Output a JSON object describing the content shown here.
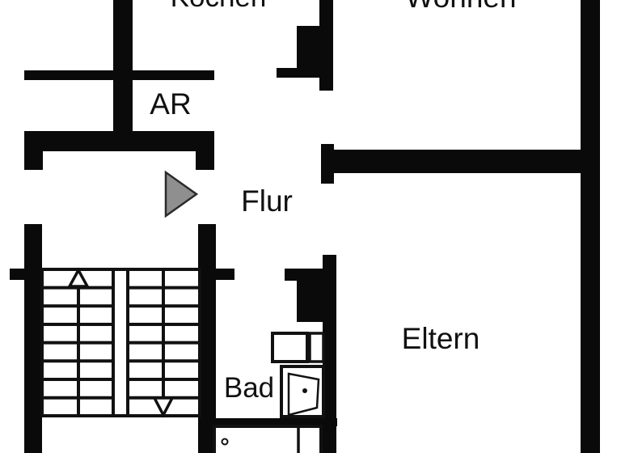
{
  "floorplan": {
    "type": "apartment-floorplan",
    "language": "de",
    "rooms": {
      "kitchen": {
        "label": "Kochen"
      },
      "living": {
        "label": "Wohnen"
      },
      "storage": {
        "label": "AR"
      },
      "hallway": {
        "label": "Flur"
      },
      "parents": {
        "label": "Eltern"
      },
      "bathroom": {
        "label": "Bad"
      }
    },
    "icons": {
      "entrance_arrow": "gray right-pointing triangle",
      "stairs_up_arrow": "outlined triangle pointing up",
      "stairs_down_arrow": "outlined triangle pointing down",
      "bathroom_door": "open door leaf with handle dot",
      "bathtub": "outlined rectangle with divider and drain circle",
      "washbasin": "outlined square",
      "toilet": "narrow outlined rectangle",
      "shaft": "solid black duct block"
    },
    "theme": {
      "bg": "#ffffff",
      "wall": "#0a0a0a",
      "line": "#111111",
      "text": "#111111",
      "arrow-fill": "#8f8f8f",
      "arrow-stroke": "#2b2b2b"
    }
  }
}
